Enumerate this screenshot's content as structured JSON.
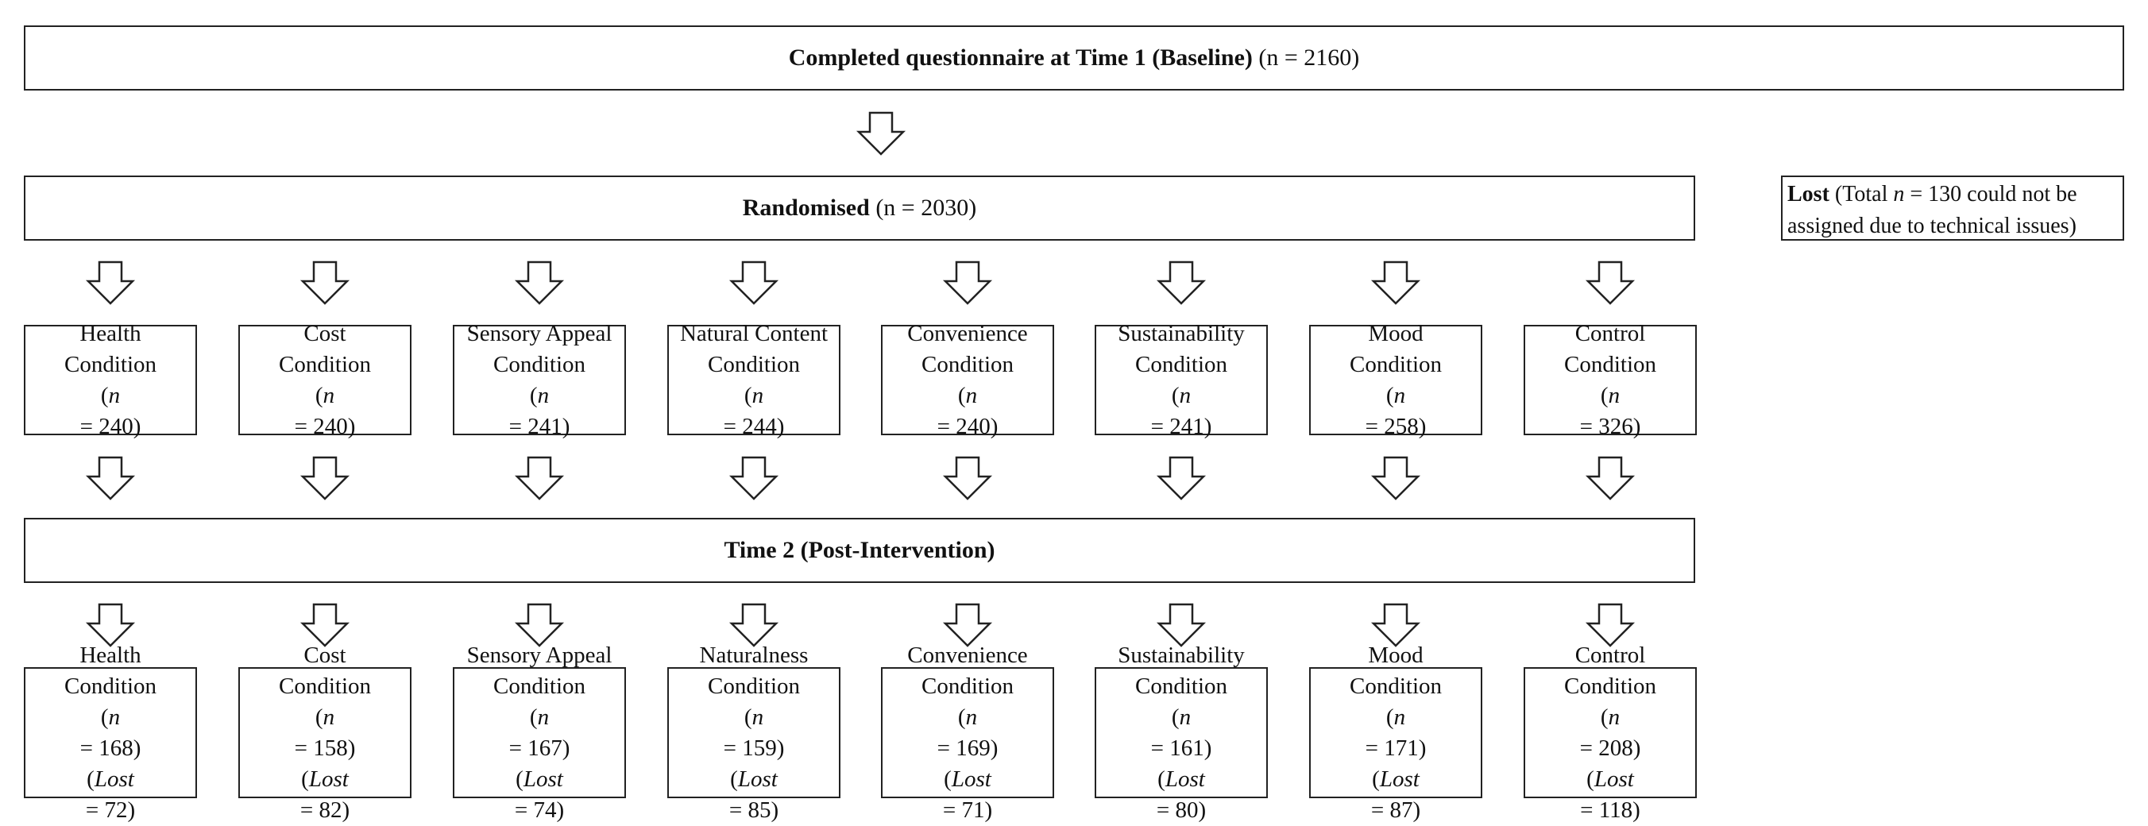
{
  "baseline": {
    "bold": "Completed questionnaire at Time 1 (Baseline)",
    "rest": "(n = 2160)"
  },
  "randomised": {
    "bold": "Randomised",
    "rest": "(n = 2030)"
  },
  "lost_note": {
    "bold": "Lost",
    "pre": "(Total",
    "n": "n",
    "post": "= 130 could not be",
    "line2": "assigned due to technical issues)"
  },
  "time2": {
    "bold": "Time 2 (Post-Intervention)"
  },
  "conditions_t1": [
    {
      "l1": "Health",
      "l2": "Condition",
      "n": "n",
      "val": "= 240)"
    },
    {
      "l1": "Cost",
      "l2": "Condition",
      "n": "n",
      "val": "= 240)"
    },
    {
      "l1": "Sensory Appeal",
      "l2": "Condition",
      "n": "n",
      "val": "= 241)"
    },
    {
      "l1": "Natural Content",
      "l2": "Condition",
      "n": "n",
      "val": "= 244)"
    },
    {
      "l1": "Convenience",
      "l2": "Condition",
      "n": "n",
      "val": "= 240)"
    },
    {
      "l1": "Sustainability",
      "l2": "Condition",
      "n": "n",
      "val": "= 241)"
    },
    {
      "l1": "Mood",
      "l2": "Condition",
      "n": "n",
      "val": "= 258)"
    },
    {
      "l1": "Control",
      "l2": "Condition",
      "n": "n",
      "val": "= 326)"
    }
  ],
  "conditions_t2": [
    {
      "l1": "Health",
      "l2": "Condition",
      "n": "n",
      "val": "= 168)",
      "lost": "Lost",
      "lostval": "= 72)"
    },
    {
      "l1": "Cost",
      "l2": "Condition",
      "n": "n",
      "val": "= 158)",
      "lost": "Lost",
      "lostval": "= 82)"
    },
    {
      "l1": "Sensory Appeal",
      "l2": "Condition",
      "n": "n",
      "val": "= 167)",
      "lost": "Lost",
      "lostval": "= 74)"
    },
    {
      "l1": "Naturalness",
      "l2": "Condition",
      "n": "n",
      "val": "= 159)",
      "lost": "Lost",
      "lostval": "= 85)"
    },
    {
      "l1": "Convenience",
      "l2": "Condition",
      "n": "n",
      "val": "= 169)",
      "lost": "Lost",
      "lostval": "= 71)"
    },
    {
      "l1": "Sustainability",
      "l2": "Condition",
      "n": "n",
      "val": "= 161)",
      "lost": "Lost",
      "lostval": "= 80)"
    },
    {
      "l1": "Mood",
      "l2": "Condition",
      "n": "n",
      "val": "= 171)",
      "lost": "Lost",
      "lostval": "= 87)"
    },
    {
      "l1": "Control",
      "l2": "Condition",
      "n": "n",
      "val": "= 208)",
      "lost": "Lost",
      "lostval": "= 118)"
    }
  ]
}
